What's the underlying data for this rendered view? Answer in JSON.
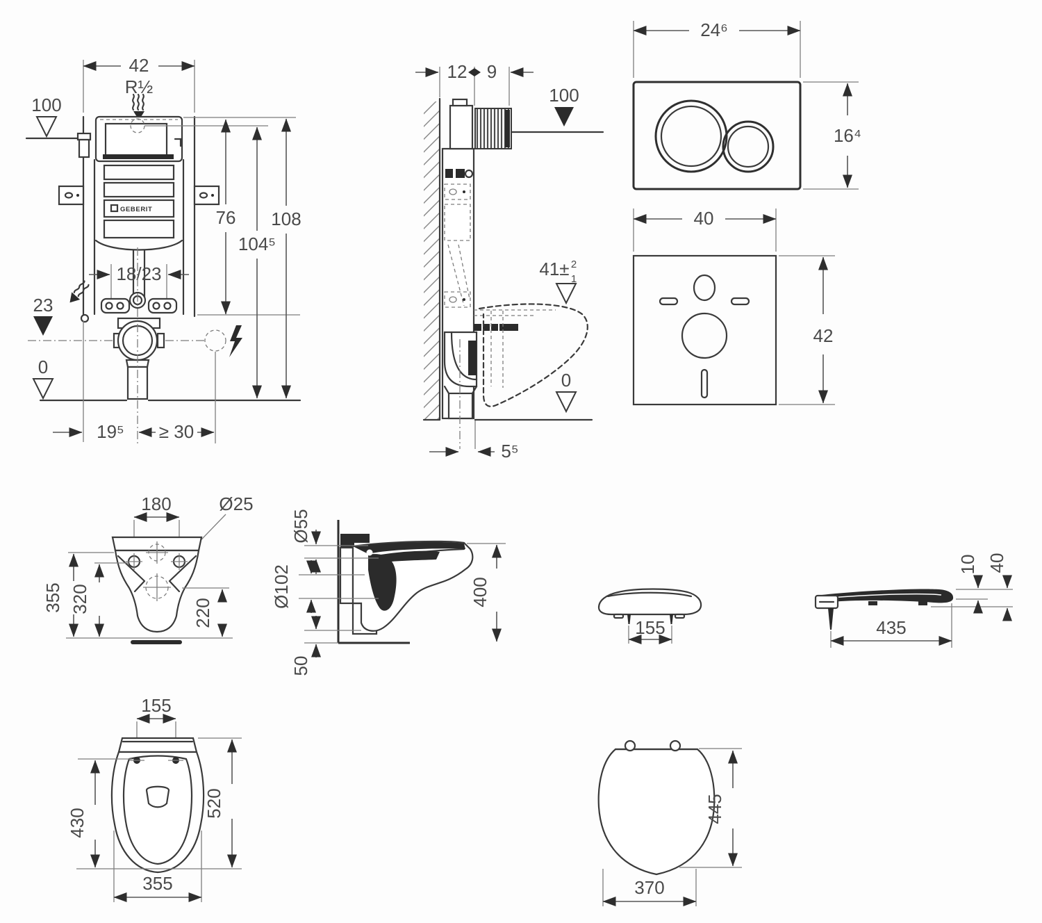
{
  "brand": {
    "logo": "GEBERIT"
  },
  "cistern_front": {
    "width": "42",
    "inlet_thread": "R½",
    "level_top": "100",
    "height_frame": "76",
    "height_total": "108",
    "height_flush": "104⁵",
    "fixing_spacing": "18/23",
    "level_outlet": "23",
    "level_floor": "0",
    "offset_left": "19⁵",
    "offset_power": "≥ 30"
  },
  "cistern_side": {
    "depth_frame": "12",
    "depth_cistern": "9",
    "level_top": "100",
    "seat_level": "41±",
    "seat_level_plus": "2",
    "seat_level_minus": "1",
    "level_floor": "0",
    "outlet_offset": "5⁵"
  },
  "flush_plate": {
    "width": "24⁶",
    "height": "16⁴"
  },
  "insulation_mat": {
    "width": "40",
    "height": "42"
  },
  "bowl_rear": {
    "bolt_spacing": "180",
    "bolt_dia": "Ø25",
    "height_rim": "355",
    "height_holes": "320",
    "height_outlet": "220"
  },
  "bowl_side": {
    "flush_dia": "Ø55",
    "outlet_dia": "Ø102",
    "depth": "400",
    "clearance": "50"
  },
  "seat_front": {
    "hinge_spacing": "155"
  },
  "seat_side": {
    "thickness": "10",
    "height": "40",
    "length": "435"
  },
  "bowl_top": {
    "bolt_spacing": "155",
    "inner_length": "430",
    "length": "520",
    "width": "355"
  },
  "seat_top": {
    "length": "445",
    "width": "370"
  }
}
